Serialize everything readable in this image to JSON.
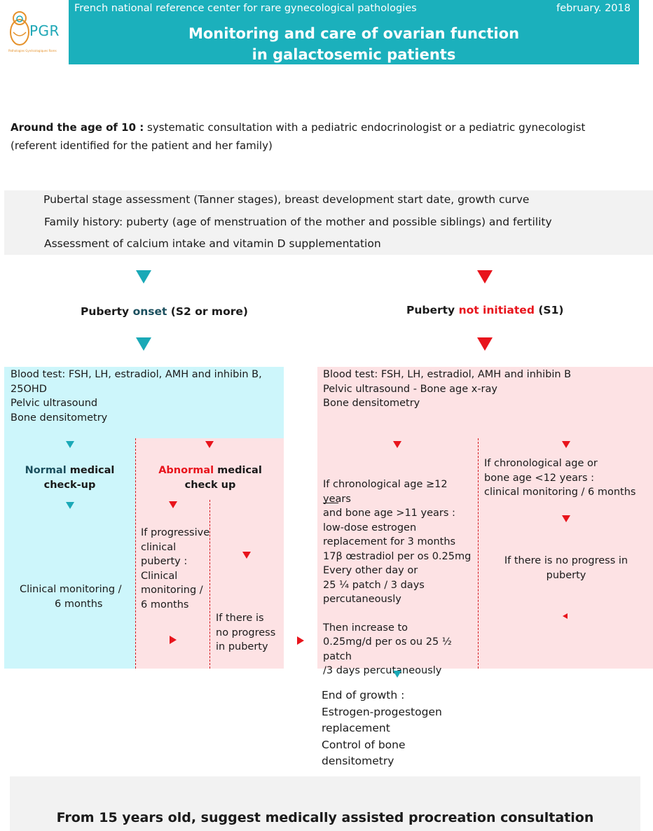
{
  "logo": {
    "text": "PGR",
    "subtext": "Pathologies Gynécologiques Rares"
  },
  "header": {
    "org": "French national reference center for rare gynecological pathologies",
    "date": "february. 2018",
    "title_line1": "Monitoring and care of ovarian function",
    "title_line2": "in galactosemic patients"
  },
  "intro": {
    "bold": "Around the age of 10 :",
    "rest": " systematic consultation with a pediatric endocrinologist or a pediatric gynecologist",
    "line2": "(referent identified for the patient and her family)"
  },
  "assessment": [
    "Pubertal stage assessment (Tanner stages), breast development start date, growth curve",
    "Family history: puberty (age of menstruation of the mother and possible siblings) and fertility",
    "Assessment of calcium intake and vitamin D supplementation"
  ],
  "left_branch": {
    "heading_a": "Puberty ",
    "heading_b": "onset",
    "heading_c": " (S2 or more)",
    "tests": [
      "Blood test: FSH, LH, estradiol, AMH and inhibin B,",
      "25OHD",
      "Pelvic ultrasound",
      "Bone densitometry"
    ],
    "normal_a": "Normal",
    "normal_b": " medical",
    "normal_c": "check-up",
    "normal_result_1": "Clinical monitoring /",
    "normal_result_2": "6 months",
    "abnormal_a": "Abnormal",
    "abnormal_b": " medical",
    "abnormal_c": "check up",
    "abnormal_progressive": [
      "If progressive",
      "clinical",
      "puberty :",
      "Clinical",
      "monitoring /",
      "6 months"
    ],
    "abnormal_noprogress": [
      "If there is",
      "no progress",
      "in puberty"
    ]
  },
  "right_branch": {
    "heading_a": "Puberty ",
    "heading_b": "not initiated",
    "heading_c": "  (S1)",
    "tests": [
      "Blood test: FSH, LH, estradiol, AMH and inhibin B",
      "Pelvic ultrasound - Bone age x-ray",
      "Bone densitometry"
    ],
    "older_u_pre": "",
    "older_lines": [
      "If chronological age ≥12 years",
      "and bone age >11 years :",
      "low-dose estrogen",
      "replacement for 3 months",
      "17β œstradiol per os 0.25mg",
      "Every other day or",
      "25 ¼ patch / 3 days",
      "percutaneously"
    ],
    "older_then": [
      "Then increase to",
      "0.25mg/d per os ou 25 ½ patch",
      "/3 days percutaneously"
    ],
    "younger_lines": [
      "If chronological age or",
      "bone age <12 years :",
      "clinical monitoring / 6 months"
    ],
    "younger_noprogress": [
      "If there is no progress in",
      "puberty"
    ],
    "end_growth": [
      "End of growth :",
      "Estrogen-progestogen",
      "replacement",
      "Control of bone",
      "densitometry"
    ]
  },
  "footer": {
    "text": "From 15 years old, suggest medically assisted procreation consultation"
  },
  "colors": {
    "teal": "#1bb0bc",
    "red": "#e8141c",
    "cyan_bg": "#cdf6fb",
    "pink_bg": "#fde2e4"
  }
}
